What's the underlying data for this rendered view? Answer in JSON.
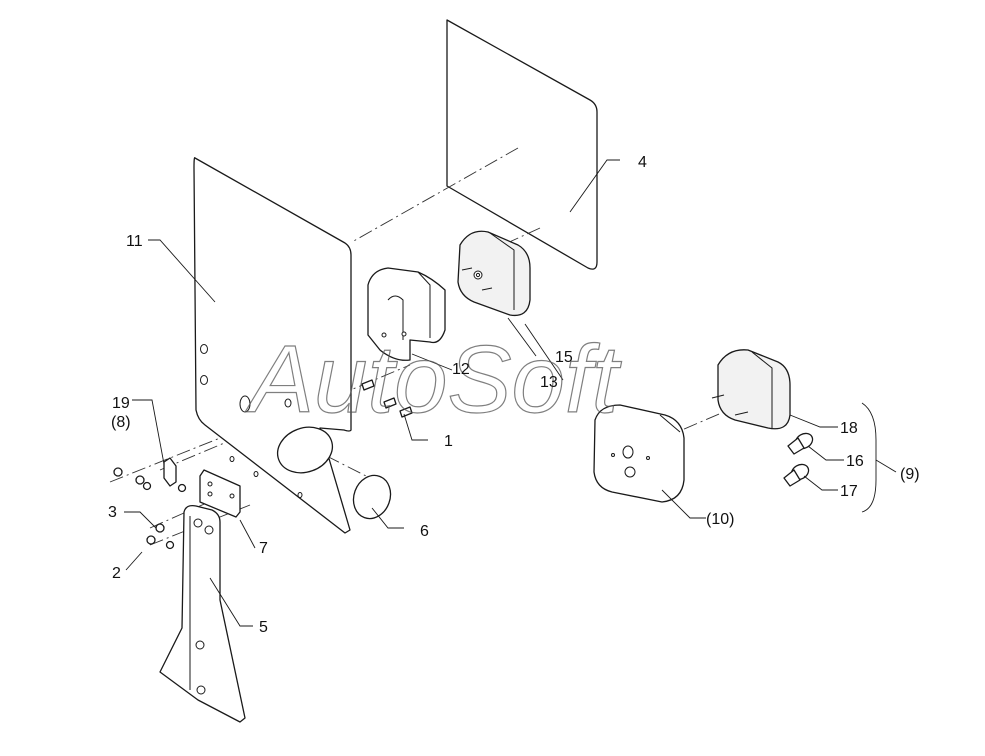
{
  "watermark": "AutoSoft",
  "callouts": {
    "c1": "1",
    "c2": "2",
    "c3": "3",
    "c4": "4",
    "c5": "5",
    "c6": "6",
    "c7": "7",
    "c8": "(8)",
    "c9": "(9)",
    "c10": "(10)",
    "c11": "11",
    "c12": "12",
    "c13": "13",
    "c15": "15",
    "c16": "16",
    "c17": "17",
    "c18": "18",
    "c19": "19"
  }
}
